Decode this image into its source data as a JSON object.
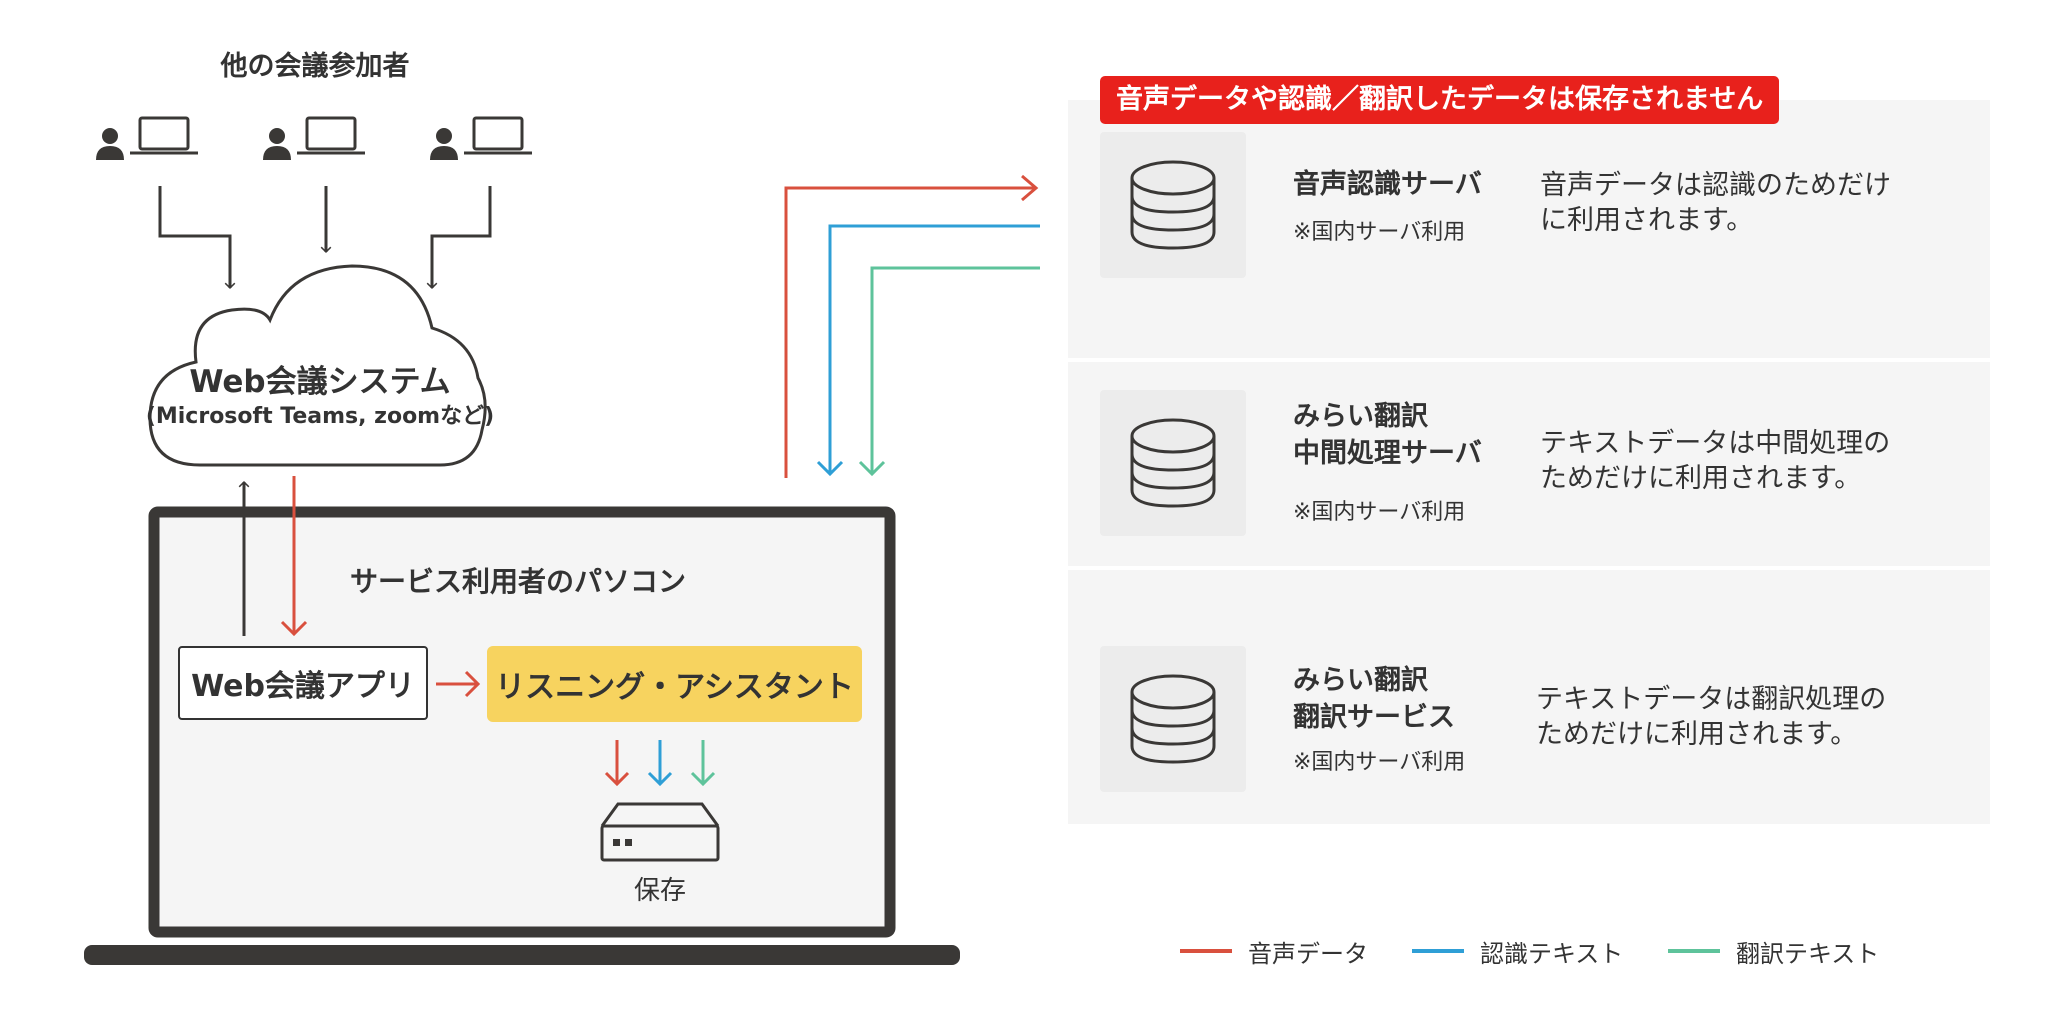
{
  "colors": {
    "audio": "#d9503e",
    "recognition": "#2f9fd6",
    "translation": "#5ec39b",
    "warning_bg": "#e8211c",
    "assistant_bg": "#f7d35f",
    "dark": "#3a3836"
  },
  "participants": {
    "title": "他の会議参加者",
    "icon": "user-laptop-icon"
  },
  "cloud": {
    "title": "Web会議システム",
    "subtitle": "(Microsoft Teams, zoomなど)"
  },
  "pc": {
    "title": "サービス利用者のパソコン",
    "web_app": "Web会議アプリ",
    "assistant": "リスニング・アシスタント",
    "storage_label": "保存",
    "storage_icon": "storage-device-icon"
  },
  "warning": "音声データや認識／翻訳したデータは保存されません",
  "servers": [
    {
      "name_lines": [
        "音声認識サーバ"
      ],
      "note": "※国内サーバ利用",
      "desc": "音声データは認識のためだけ\nに利用されます。",
      "icon": "database-icon"
    },
    {
      "name_lines": [
        "みらい翻訳",
        "中間処理サーバ"
      ],
      "note": "※国内サーバ利用",
      "desc": "テキストデータは中間処理の\nためだけに利用されます。",
      "icon": "database-icon"
    },
    {
      "name_lines": [
        "みらい翻訳",
        "翻訳サービス"
      ],
      "note": "※国内サーバ利用",
      "desc": "テキストデータは翻訳処理の\nためだけに利用されます。",
      "icon": "database-icon"
    }
  ],
  "legend": [
    {
      "label": "音声データ",
      "color": "#d9503e"
    },
    {
      "label": "認識テキスト",
      "color": "#2f9fd6"
    },
    {
      "label": "翻訳テキスト",
      "color": "#5ec39b"
    }
  ]
}
